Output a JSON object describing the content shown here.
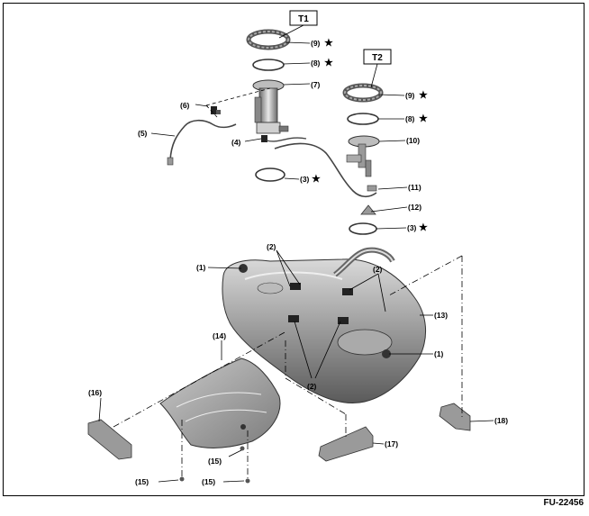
{
  "figure_code": "FU-22456",
  "tools": {
    "t1": "T1",
    "t2": "T2"
  },
  "star": "★",
  "callouts": {
    "c1": "(1)",
    "c2": "(2)",
    "c3": "(3)",
    "c4": "(4)",
    "c5": "(5)",
    "c6": "(6)",
    "c7": "(7)",
    "c8": "(8)",
    "c9": "(9)",
    "c10": "(10)",
    "c11": "(11)",
    "c12": "(12)",
    "c13": "(13)",
    "c14": "(14)",
    "c15": "(15)",
    "c16": "(16)",
    "c17": "(17)",
    "c18": "(18)"
  }
}
